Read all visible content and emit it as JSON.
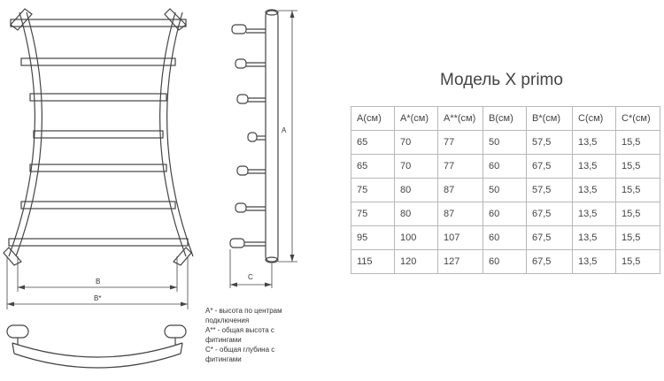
{
  "model_title": "Модель X primo",
  "dimension_labels": {
    "a": "A",
    "b": "B",
    "b_star": "B*",
    "c": "C"
  },
  "table": {
    "headers": [
      "A(см)",
      "A*(см)",
      "A**(см)",
      "B(см)",
      "B*(см)",
      "C(см)",
      "C*(см)"
    ],
    "rows": [
      [
        "65",
        "70",
        "77",
        "50",
        "57,5",
        "13,5",
        "15,5"
      ],
      [
        "65",
        "70",
        "77",
        "60",
        "67,5",
        "13,5",
        "15,5"
      ],
      [
        "75",
        "80",
        "87",
        "50",
        "57,5",
        "13,5",
        "15,5"
      ],
      [
        "75",
        "80",
        "87",
        "60",
        "67,5",
        "13,5",
        "15,5"
      ],
      [
        "95",
        "100",
        "107",
        "60",
        "67,5",
        "13,5",
        "15,5"
      ],
      [
        "115",
        "120",
        "127",
        "60",
        "67,5",
        "13,5",
        "15,5"
      ]
    ]
  },
  "notes": [
    "A* - высота по центрам",
    "подключения",
    "A** - общая высота с",
    "фитингами",
    "C* - общая глубина с",
    "фитингами"
  ]
}
